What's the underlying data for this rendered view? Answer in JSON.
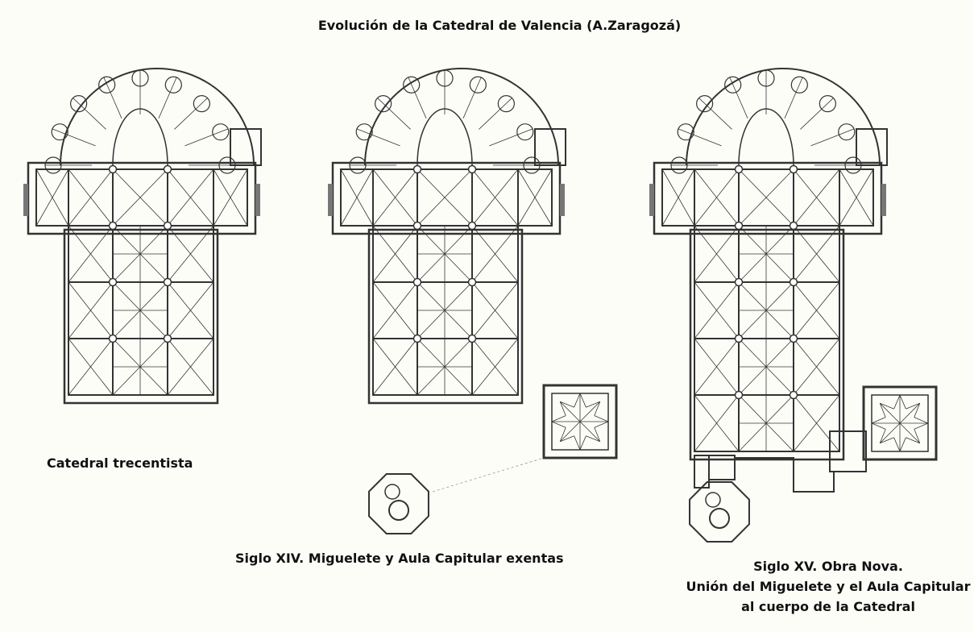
{
  "title": "Evolución de la Catedral de Valencia (A.Zaragozá)",
  "plans": [
    {
      "caption": [
        "Catedral trecentista"
      ],
      "phase": "trecentista",
      "miguelete": false,
      "aula": false,
      "joined": false
    },
    {
      "caption": [
        "Siglo XIV. Miguelete y Aula Capitular exentas"
      ],
      "phase": "XIV",
      "miguelete": true,
      "aula": true,
      "joined": false
    },
    {
      "caption": [
        "Siglo XV. Obra Nova.",
        "Unión del Miguelete y el Aula Capitular",
        "al cuerpo de la Catedral"
      ],
      "phase": "XV",
      "miguelete": true,
      "aula": true,
      "joined": true
    }
  ],
  "colors": {
    "ink": "#333333",
    "paper": "#fdfdf8"
  }
}
